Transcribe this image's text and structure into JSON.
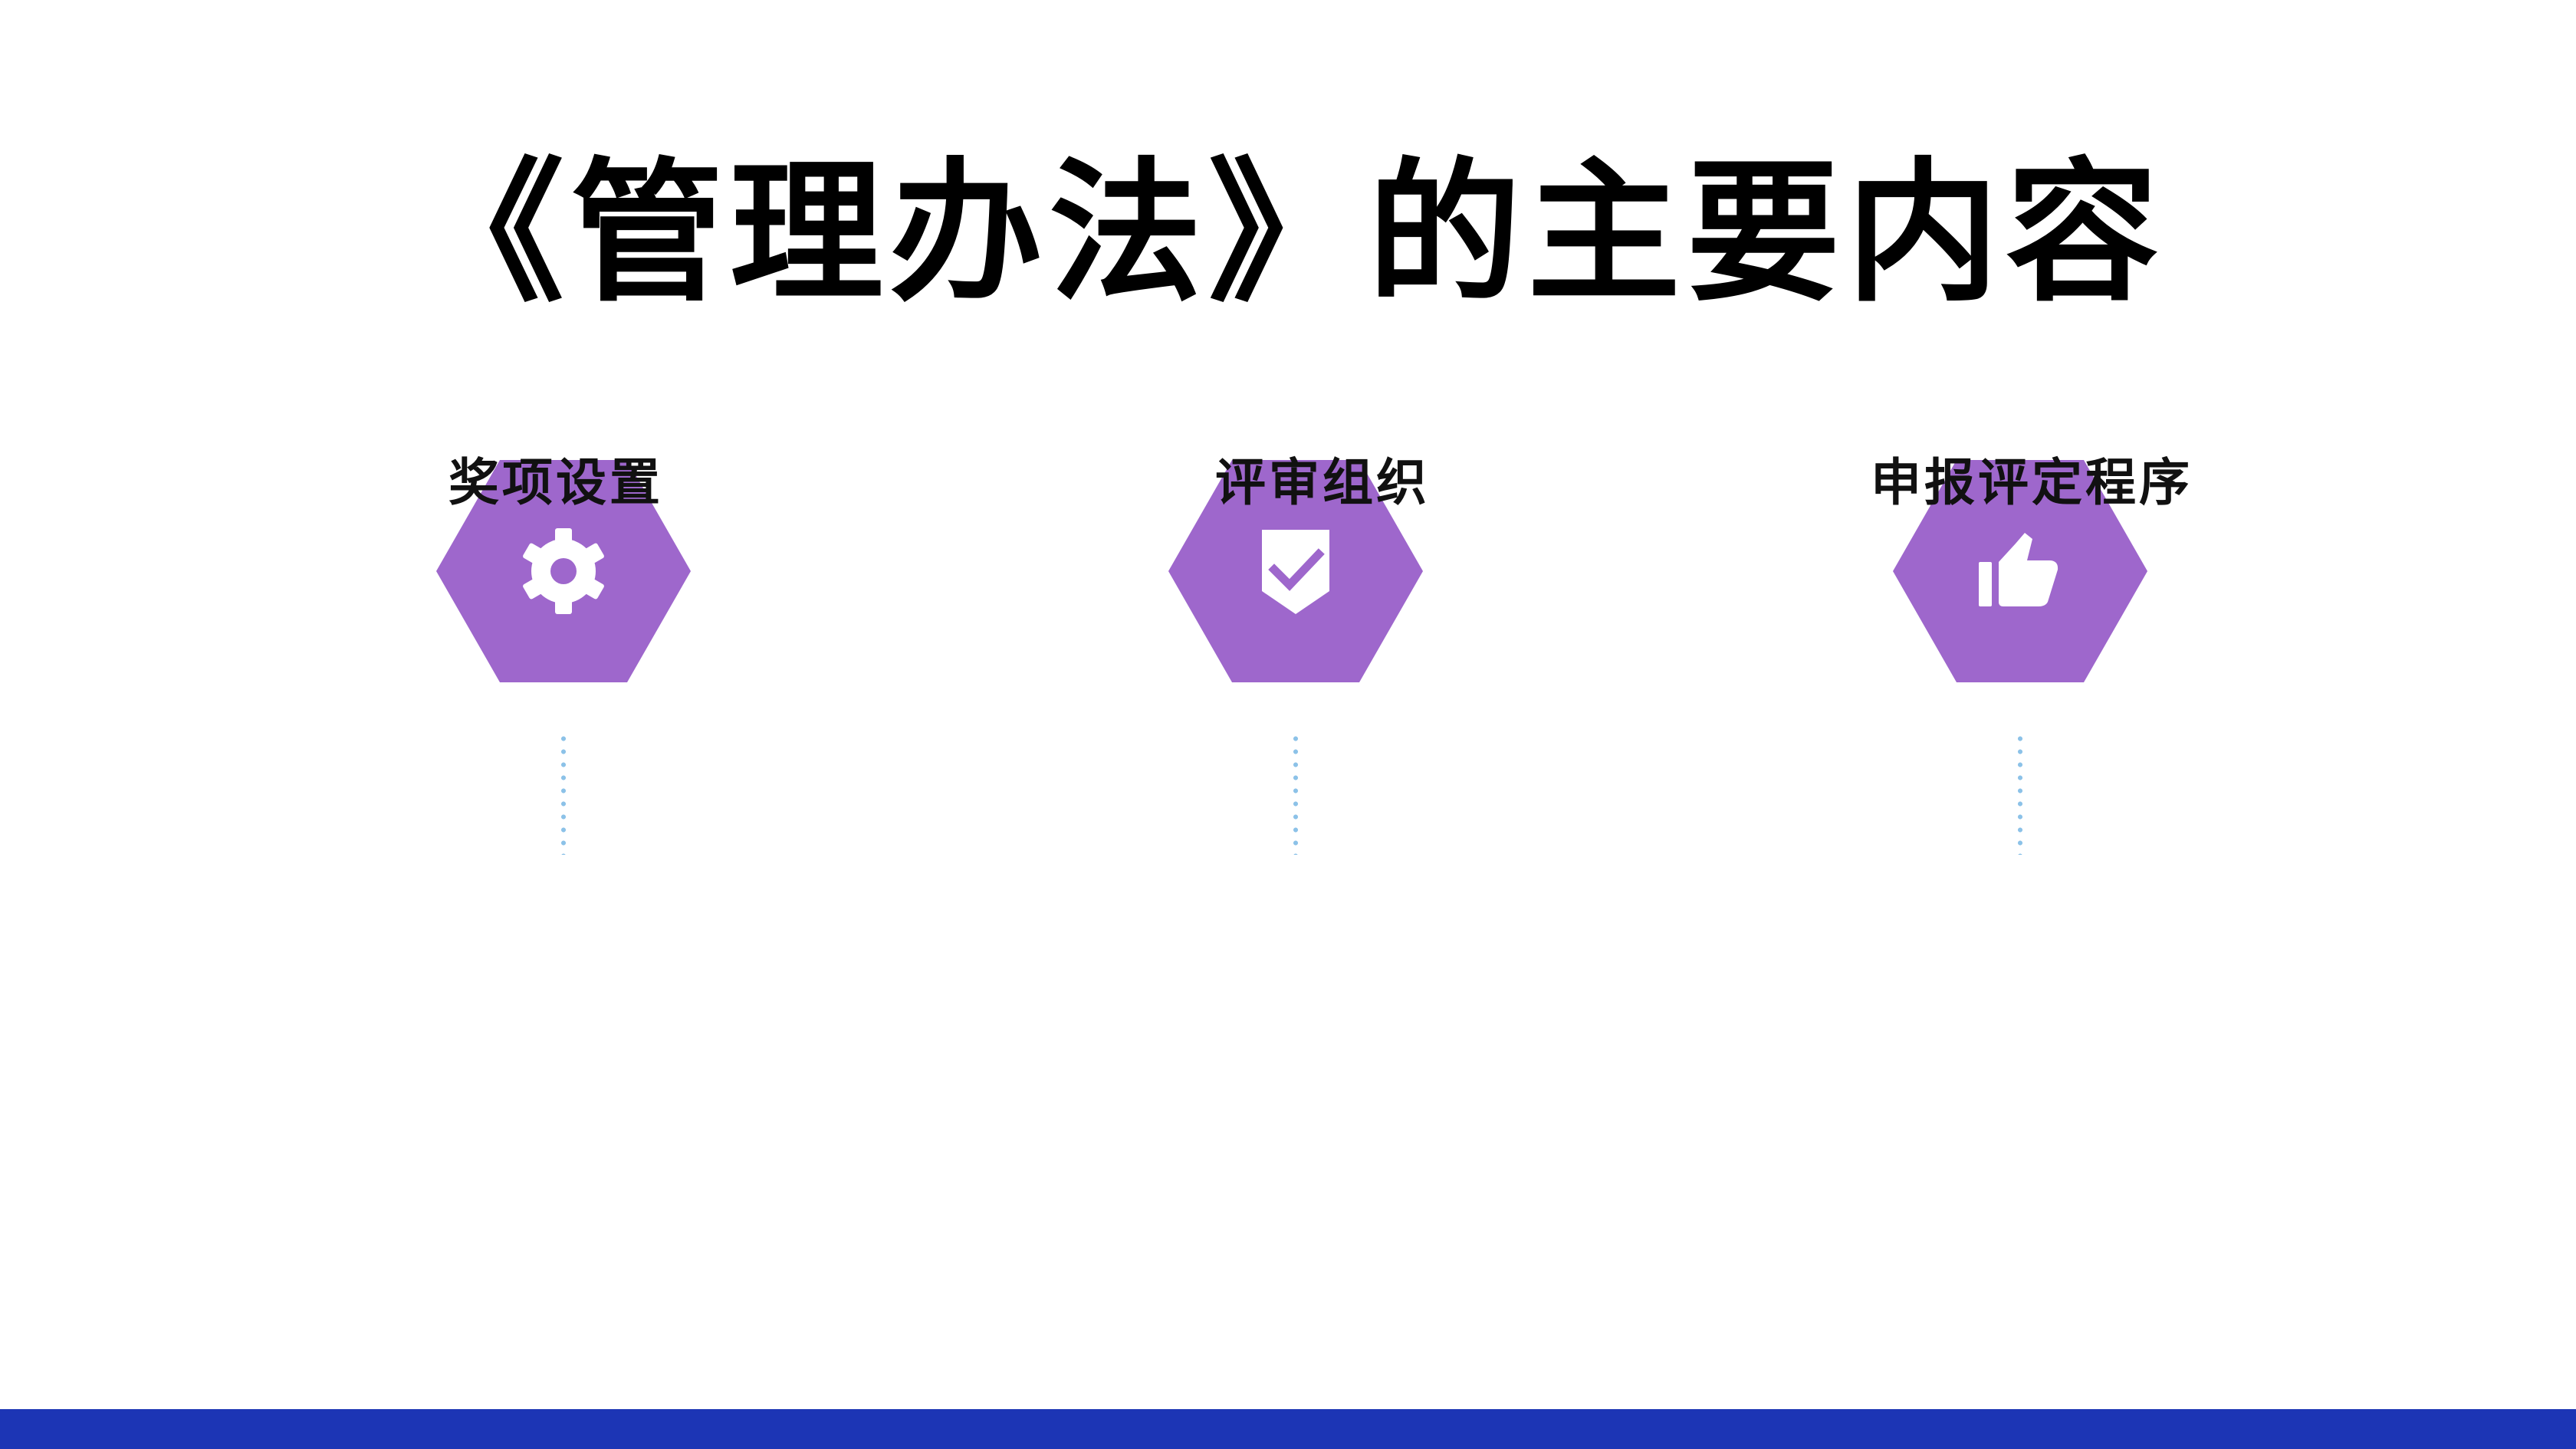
{
  "title": "《管理办法》的主要内容",
  "colors": {
    "hexagon": "#9e67cc",
    "connector_dots": "#8cc2e8",
    "bottom_bar": "#1c35b5",
    "icon": "#ffffff"
  },
  "items": [
    {
      "label": "奖项设置",
      "icon": "gear-icon"
    },
    {
      "label": "评审组织",
      "icon": "shield-check-icon"
    },
    {
      "label": "申报评定程序",
      "icon": "thumbs-up-icon"
    }
  ]
}
